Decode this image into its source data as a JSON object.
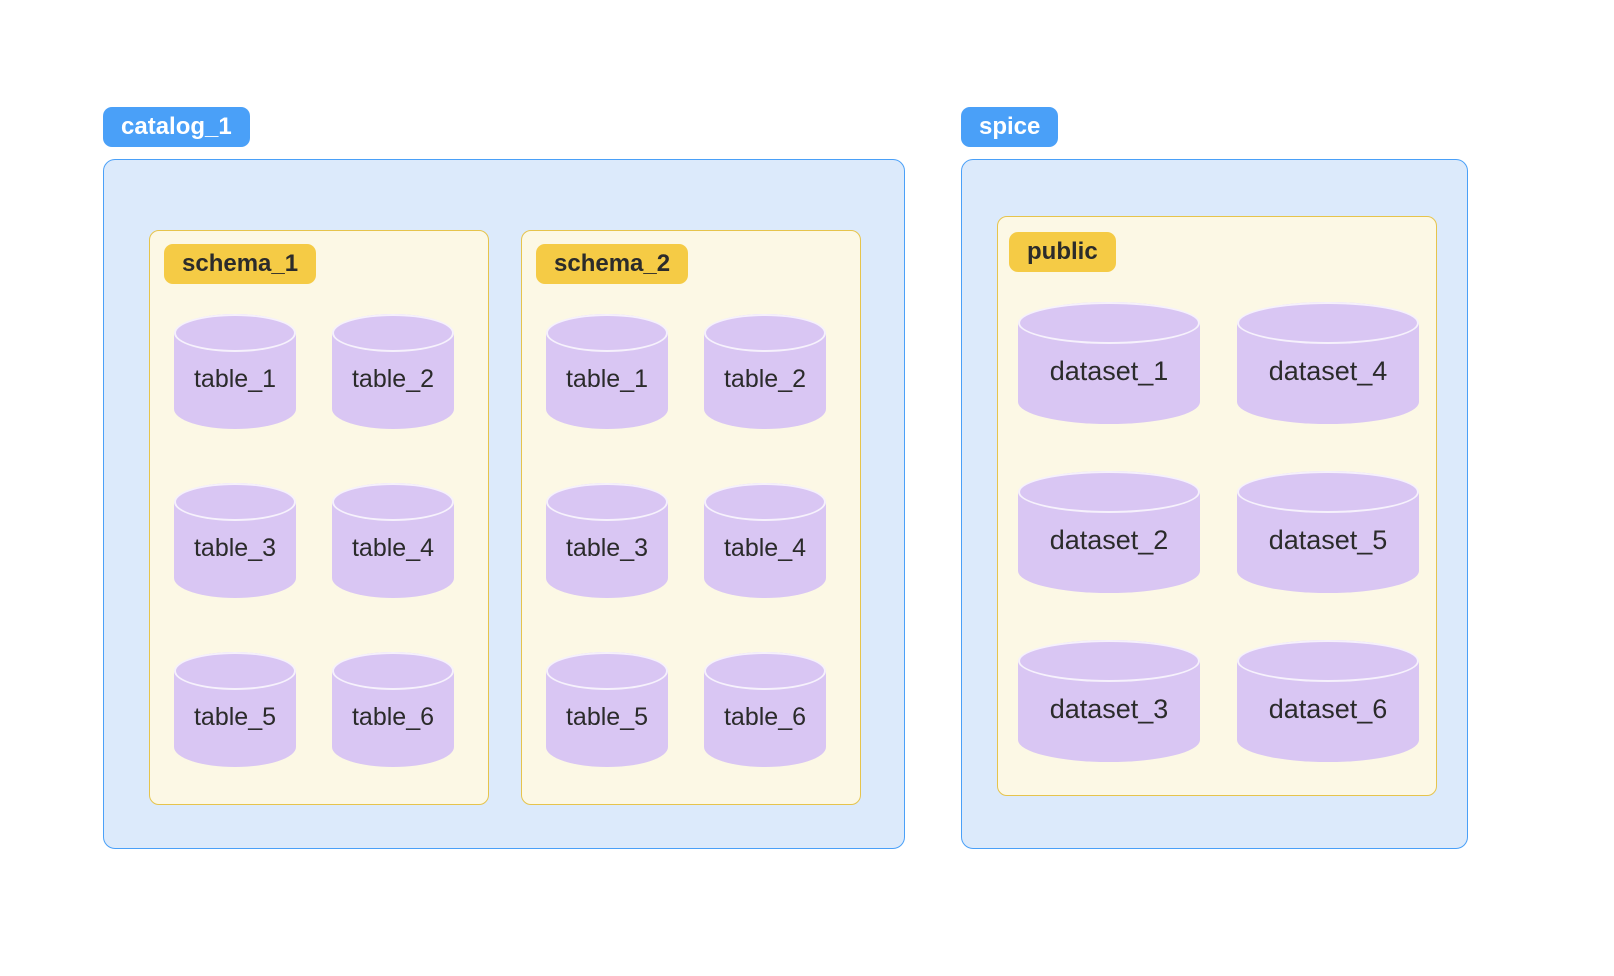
{
  "colors": {
    "blue": "#4AA0F8",
    "light_blue_bg": "#DCEAFB",
    "cream_bg": "#FCF8E5",
    "gold_border": "#E6C44C",
    "gold_badge": "#F5CB45",
    "lavender": "#D9C6F3",
    "text_dark": "#2B2B2B",
    "badge_text_light": "#FFFFFF"
  },
  "catalogs": [
    {
      "label": "catalog_1",
      "schemas": [
        {
          "label": "schema_1",
          "items": [
            "table_1",
            "table_2",
            "table_3",
            "table_4",
            "table_5",
            "table_6"
          ]
        },
        {
          "label": "schema_2",
          "items": [
            "table_1",
            "table_2",
            "table_3",
            "table_4",
            "table_5",
            "table_6"
          ]
        }
      ]
    },
    {
      "label": "spice",
      "schemas": [
        {
          "label": "public",
          "items": [
            "dataset_1",
            "dataset_2",
            "dataset_3",
            "dataset_4",
            "dataset_5",
            "dataset_6"
          ]
        }
      ]
    }
  ]
}
